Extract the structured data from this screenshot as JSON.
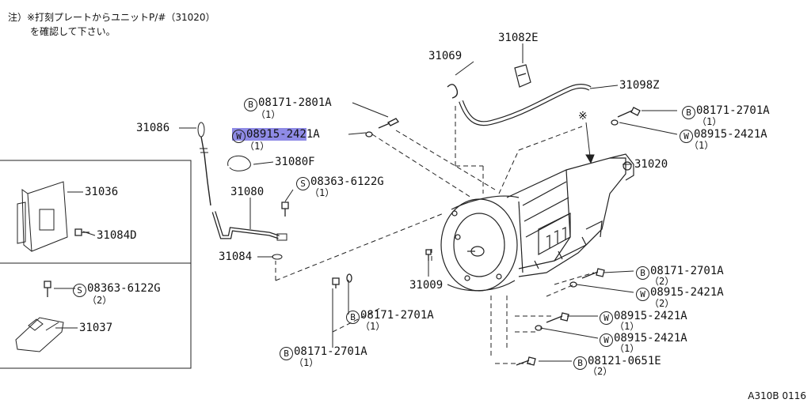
{
  "note": {
    "line1": "注）※打刻プレートからユニットP/#（31020）",
    "line2": "を確認して下さい。"
  },
  "parts": [
    {
      "id": "p31069",
      "text": "31069"
    },
    {
      "id": "p31082e",
      "text": "31082E"
    },
    {
      "id": "p31098z",
      "text": "31098Z"
    },
    {
      "id": "p31086",
      "text": "31086"
    },
    {
      "id": "p31080f",
      "text": "31080F"
    },
    {
      "id": "p31080",
      "text": "31080"
    },
    {
      "id": "p31036",
      "text": "31036"
    },
    {
      "id": "p31084d",
      "text": "31084D"
    },
    {
      "id": "p31084",
      "text": "31084"
    },
    {
      "id": "p31020",
      "text": "31020"
    },
    {
      "id": "p31009",
      "text": "31009"
    },
    {
      "id": "p31037",
      "text": "31037"
    }
  ],
  "fasteners": [
    {
      "id": "f1",
      "prefix": "B",
      "number": "08171-2801A",
      "qty": "（1）"
    },
    {
      "id": "f2",
      "prefix": "W",
      "number": "08915-2421A",
      "qty": "（1）",
      "highlight_text": "08915-242",
      "rest_text": "1A"
    },
    {
      "id": "f3",
      "prefix": "S",
      "number": "08363-6122G",
      "qty": "（1）"
    },
    {
      "id": "f4",
      "prefix": "B",
      "number": "08171-2701A",
      "qty": "（1）"
    },
    {
      "id": "f5",
      "prefix": "W",
      "number": "08915-2421A",
      "qty": "（1）"
    },
    {
      "id": "f6",
      "prefix": "S",
      "number": "08363-6122G",
      "qty": "（2）"
    },
    {
      "id": "f7",
      "prefix": "B",
      "number": "08171-2701A",
      "qty": "（2）"
    },
    {
      "id": "f8",
      "prefix": "W",
      "number": "08915-2421A",
      "qty": "（2）"
    },
    {
      "id": "f9",
      "prefix": "B",
      "number": "08171-2701A",
      "qty": "（1）"
    },
    {
      "id": "f10",
      "prefix": "W",
      "number": "08915-2421A",
      "qty": "（1）"
    },
    {
      "id": "f11",
      "prefix": "W",
      "number": "08915-2421A",
      "qty": "（1）"
    },
    {
      "id": "f12",
      "prefix": "B",
      "number": "08171-2701A",
      "qty": "（1）"
    },
    {
      "id": "f13",
      "prefix": "B",
      "number": "08121-0651E",
      "qty": "（2）"
    }
  ],
  "asterisk": "※",
  "diagram_code": "A310B 0116",
  "colors": {
    "highlight": "#8f8be6",
    "line": "#222222"
  }
}
